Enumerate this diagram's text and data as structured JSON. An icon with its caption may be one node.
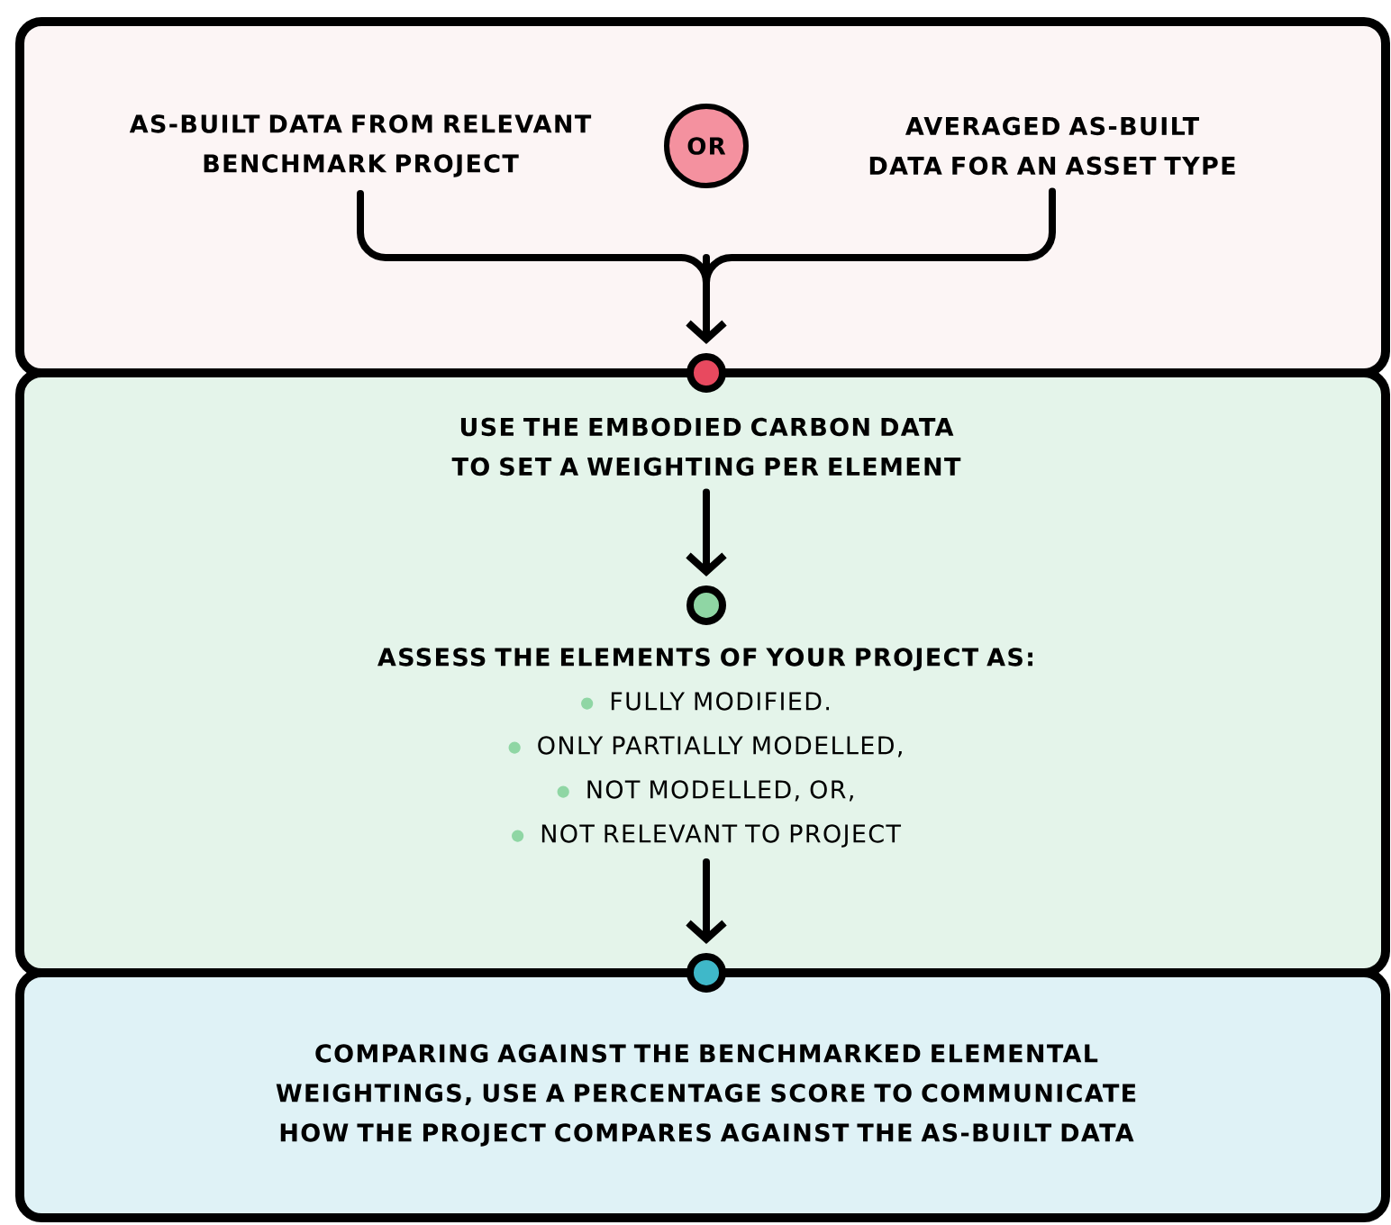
{
  "diagram": {
    "nodes": [
      {
        "text": [],
        "shape": "box"
      },
      {
        "text": [
          "AS-BUILT DATA FROM RELEVANT BENCHMARK PROJECT"
        ],
        "in": 0
      },
      {
        "text": [
          "OR"
        ],
        "in": 0
      },
      {
        "text": [
          "AVERAGED AS-BUILT DATA FOR AN ASSET TYPE"
        ],
        "in": 0
      },
      {
        "text": [],
        "shape": "circle"
      },
      {
        "text": [],
        "shape": "box"
      },
      {
        "text": [
          "USE THE EMBODIED CARBON DATA TO SET A WEIGHTING PER ELEMENT"
        ],
        "in": 5
      },
      {
        "text": [],
        "shape": "circle",
        "in": 5
      },
      {
        "text": [
          "ASSESS THE ELEMENTS OF YOUR PROJECT AS:",
          "FULLY MODIFIED.",
          "ONLY PARTIALLY MODELLED,",
          "NOT MODELLED, OR,",
          "NOT RELEVANT TO PROJECT"
        ],
        "in": 5
      },
      {
        "text": [],
        "shape": "circle"
      },
      {
        "text": [],
        "shape": "box"
      },
      {
        "text": [
          "COMPARING AGAINST THE BENCHMARKED ELEMENTAL WEIGHTINGS, USE A PERCENTAGE SCORE TO COMMUNICATE HOW THE PROJECT COMPARES AGAINST THE AS-BUILT DATA"
        ],
        "in": 10
      }
    ],
    "edges": [
      {
        "from": 1,
        "to": 4,
        "arrow": "to"
      },
      {
        "from": 3,
        "to": 4,
        "arrow": "to"
      },
      {
        "from": 6,
        "to": 7,
        "arrow": "to"
      },
      {
        "from": 8,
        "to": 9,
        "arrow": "to"
      }
    ]
  }
}
